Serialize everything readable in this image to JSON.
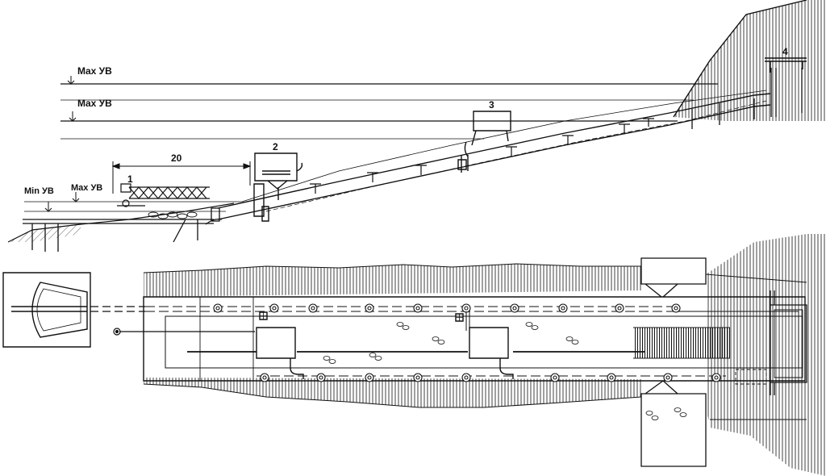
{
  "labels": {
    "water_level_max_1": "Max  УВ",
    "water_level_max_2": "Max   УВ",
    "water_level_max_3": "Max УВ",
    "water_level_min": "Min УВ",
    "dimension_20": "20",
    "callout_1": "1",
    "callout_2": "2",
    "callout_3": "3",
    "callout_4": "4"
  },
  "colors": {
    "ink": "#111111",
    "paper": "#ffffff"
  }
}
